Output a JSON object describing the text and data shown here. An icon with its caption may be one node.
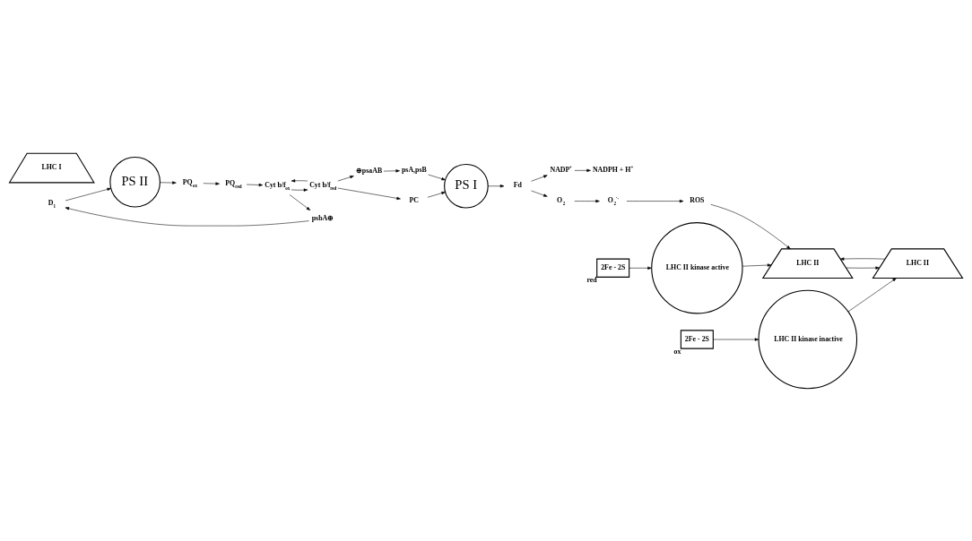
{
  "diagram": {
    "nodes": [
      {
        "text": [
          "D$_{1}$"
        ]
      },
      {
        "text": [
          "psbA⊕"
        ]
      },
      {
        "text": [
          "PS II"
        ]
      },
      {
        "text": [
          "LHC II"
        ]
      },
      {
        "text": [
          "PQ$_{ox}$"
        ]
      },
      {
        "text": [
          "PQ$_{red}$"
        ]
      },
      {
        "text": [
          "Cyt b/f$_{ox}$"
        ]
      },
      {
        "text": [
          "⊕psaAB"
        ]
      },
      {
        "text": [
          "psA,psB"
        ]
      },
      {
        "text": [
          "Cyt b/f$_{red}$"
        ]
      },
      {
        "text": [
          "PC"
        ]
      },
      {
        "text": [
          "PS I"
        ]
      },
      {
        "text": [
          "LHC I"
        ]
      },
      {
        "text": [
          "Fd"
        ]
      },
      {
        "text": [
          "NADP$^{+}$"
        ]
      },
      {
        "text": [
          "NADPH + H$^{+}$"
        ]
      },
      {
        "text": [
          "O$_{2}$"
        ]
      },
      {
        "text": [
          "O$_{2}$$^{·-}$"
        ]
      },
      {
        "text": [
          "ROS"
        ]
      },
      {
        "text": [
          "2Fe - 2S"
        ],
        "beside": [
          "ox"
        ]
      },
      {
        "text": [
          "2Fe - 2S"
        ],
        "beside": [
          "red"
        ]
      },
      {
        "text": [
          "LHC II kinase inactive"
        ]
      },
      {
        "text": [
          "LHC II kinase active"
        ]
      },
      {
        "text": [
          "LHC II"
        ]
      }
    ],
    "edges": [
      {
        "from": 0,
        "to": 2,
        "arrow": "to"
      },
      {
        "from": 1,
        "to": 0,
        "arrow": "to"
      },
      {
        "from": 6,
        "to": 1,
        "arrow": "to"
      },
      {
        "from": 2,
        "to": 4,
        "arrow": "to"
      },
      {
        "from": 4,
        "to": 5,
        "arrow": "to"
      },
      {
        "from": 5,
        "to": 6,
        "arrow": "to"
      },
      {
        "from": 6,
        "to": 9,
        "arrow": "to"
      },
      {
        "from": 9,
        "to": 6,
        "arrow": "to"
      },
      {
        "from": 9,
        "to": 7,
        "arrow": "to"
      },
      {
        "from": 7,
        "to": 8,
        "arrow": "to"
      },
      {
        "from": 8,
        "to": 11,
        "arrow": "to"
      },
      {
        "from": 9,
        "to": 10,
        "arrow": "to"
      },
      {
        "from": 10,
        "to": 11,
        "arrow": "to"
      },
      {
        "from": 11,
        "to": 13,
        "arrow": "to"
      },
      {
        "from": 13,
        "to": 14,
        "arrow": "to"
      },
      {
        "from": 14,
        "to": 15,
        "arrow": "to"
      },
      {
        "from": 13,
        "to": 16,
        "arrow": "to"
      },
      {
        "from": 16,
        "to": 17,
        "arrow": "to"
      },
      {
        "from": 17,
        "to": 18,
        "arrow": "to"
      },
      {
        "from": 18,
        "to": 23,
        "arrow": "to"
      },
      {
        "from": 3,
        "to": 23,
        "arrow": "to"
      },
      {
        "from": 23,
        "to": 3,
        "arrow": "to"
      },
      {
        "from": 19,
        "to": 21,
        "arrow": "to"
      },
      {
        "from": 20,
        "to": 22,
        "arrow": "to"
      },
      {
        "from": 21,
        "to": 3,
        "arrow": "to"
      },
      {
        "from": 22,
        "to": 23,
        "arrow": "to"
      }
    ]
  }
}
